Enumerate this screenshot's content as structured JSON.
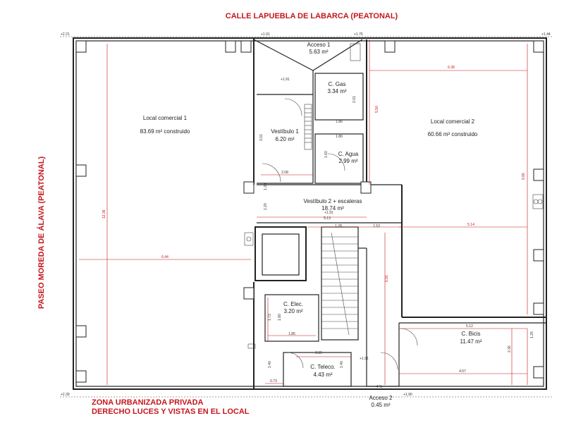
{
  "streets": {
    "top": "CALLE LAPUEBLA DE LABARCA (PEATONAL)",
    "left": "PASEO MOREDA DE ÁLAVA (PEATONAL)",
    "bottom_line1": "ZONA URBANIZADA PRIVADA",
    "bottom_line2": "DERECHO LUCES Y VISTAS EN EL LOCAL"
  },
  "rooms": {
    "local1": {
      "name": "Local comercial 1",
      "area": "83.69 m² construido"
    },
    "local2": {
      "name": "Local comercial 2",
      "area": "60.66 m² construido"
    },
    "acceso1": {
      "name": "Acceso 1",
      "area": "5.63 m²"
    },
    "gas": {
      "name": "C. Gas",
      "area": "3.34 m²"
    },
    "vestibulo1": {
      "name": "Vestíbulo 1",
      "area": "6.20 m²"
    },
    "agua": {
      "name": "C. Agua",
      "area": "2.99 m²"
    },
    "vestibulo2": {
      "name": "Vestíbulo 2 + escaleras",
      "area": "18.74 m²"
    },
    "elec": {
      "name": "C. Elec.",
      "area": "3.20 m²"
    },
    "bicis": {
      "name": "C. Bicis",
      "area": "11.47 m²"
    },
    "teleco": {
      "name": "C. Teleco.",
      "area": "4.43 m²"
    },
    "acceso2": {
      "name": "Acceso 2",
      "area": "0.45 m²"
    }
  },
  "dimensions": {
    "d_221": "+2.21",
    "d_191a": "+1.91",
    "d_176": "+1.76",
    "d_144": "+1.44",
    "d_191b": "+1.91",
    "d_191c": "+1.91",
    "d_191d": "+1.91",
    "d_239": "+2.39",
    "d_190": "+1.90",
    "d_638": "6.38",
    "d_550": "5.50",
    "d_986": "9.86",
    "d_514": "5.14",
    "d_1236": "12.36",
    "d_644": "6.44",
    "d_186a": "1.86",
    "d_186b": "1.86",
    "d_201": "2.01",
    "d_160": "1.60",
    "d_301": "3.01",
    "d_208": "2.08",
    "d_130": "1.30",
    "d_120": "1.20",
    "d_513": "5.13",
    "d_128": "1.28",
    "d_153": "1.53",
    "d_173": "1.73",
    "d_180": "1.80",
    "d_185": "1.85",
    "d_691": "6.91",
    "d_512": "5.12",
    "d_125": "1.25",
    "d_236": "2.36",
    "d_457": "4.57",
    "d_239b": "2.39",
    "d_140a": "1.40",
    "d_140b": "1.40",
    "d_073": "0.73",
    "slope": "4 %"
  }
}
